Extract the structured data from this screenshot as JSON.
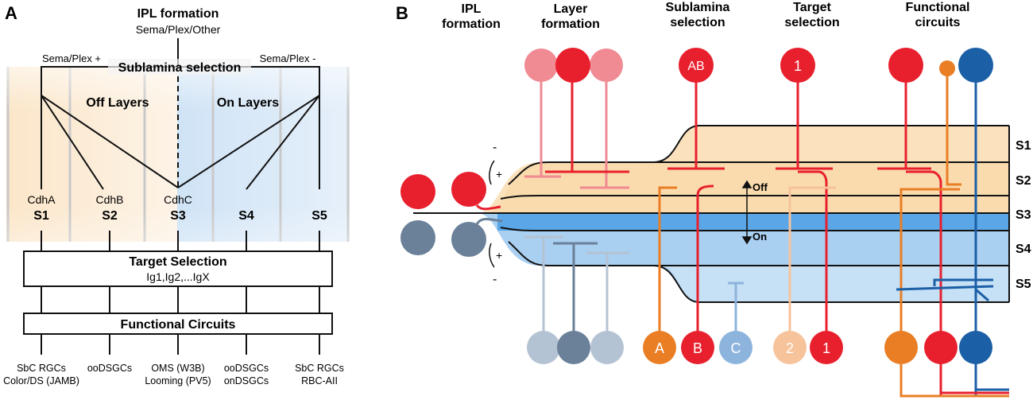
{
  "panel_a": {
    "label": "A",
    "title": "IPL formation",
    "subtitle": "Sema/Plex/Other",
    "sema_plus": "Sema/Plex +",
    "sema_minus": "Sema/Plex -",
    "sublamina_selection": "Sublamina selection",
    "off_layers": "Off Layers",
    "on_layers": "On Layers",
    "layers": [
      {
        "cdh": "CdhA",
        "name": "S1"
      },
      {
        "cdh": "CdhB",
        "name": "S2"
      },
      {
        "cdh": "CdhC",
        "name": "S3"
      },
      {
        "cdh": "",
        "name": "S4"
      },
      {
        "cdh": "",
        "name": "S5"
      }
    ],
    "target_selection": "Target Selection",
    "target_sub": "Ig1,Ig2,...IgX",
    "functional_circuits": "Functional Circuits",
    "outputs": [
      {
        "line1": "SbC RGCs",
        "line2": "Color/DS (JAMB)"
      },
      {
        "line1": "ooDSGCs",
        "line2": ""
      },
      {
        "line1": "OMS (W3B)",
        "line2": "Looming (PV5)"
      },
      {
        "line1": "ooDSGCs",
        "line2": "onDSGCs"
      },
      {
        "line1": "SbC RGCs",
        "line2": "RBC-AII"
      }
    ]
  },
  "panel_b": {
    "label": "B",
    "columns": [
      {
        "line1": "IPL",
        "line2": "formation"
      },
      {
        "line1": "Layer",
        "line2": "formation"
      },
      {
        "line1": "Sublamina",
        "line2": "selection"
      },
      {
        "line1": "Target",
        "line2": "selection"
      },
      {
        "line1": "Functional",
        "line2": "circuits"
      }
    ],
    "sublaminae": [
      "S1",
      "S2",
      "S3",
      "S4",
      "S5"
    ],
    "off_label": "Off",
    "on_label": "On",
    "plus": "+",
    "minus": "-",
    "cell_labels": {
      "ab": "AB",
      "t1": "1",
      "a": "A",
      "b": "B",
      "c": "C",
      "two": "2",
      "one": "1"
    }
  },
  "colors": {
    "red": "#e8202e",
    "pink": "#f08a93",
    "orange": "#e97e25",
    "light_orange": "#f6c39b",
    "blue": "#1b5fa6",
    "light_blue": "#8db4dc",
    "gray_blue": "#6a8199",
    "light_gray_blue": "#b4c3d3",
    "off_fill": "#fbe5c6",
    "on_fill": "#b8d8f4"
  }
}
